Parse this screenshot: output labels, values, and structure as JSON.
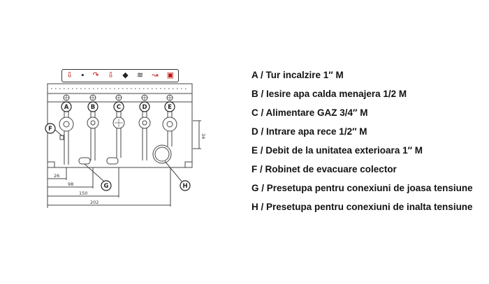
{
  "icon_strip": {
    "icons": [
      {
        "name": "down-arrow-icon",
        "glyph": "⇩"
      },
      {
        "name": "square-icon",
        "glyph": "▪"
      },
      {
        "name": "return-arrow-icon",
        "glyph": "↷"
      },
      {
        "name": "down-arrow-2-icon",
        "glyph": "⇩"
      },
      {
        "name": "diamond-icon",
        "glyph": "◆"
      },
      {
        "name": "waves-icon",
        "glyph": "≋"
      },
      {
        "name": "swirl-arrow-icon",
        "glyph": "↝"
      },
      {
        "name": "display-icon",
        "glyph": "▣"
      }
    ]
  },
  "diagram": {
    "callouts": [
      "A",
      "B",
      "C",
      "D",
      "E",
      "F",
      "G",
      "H"
    ],
    "dims": [
      "26",
      "98",
      "150",
      "202",
      "34"
    ],
    "accent_color": "#c41414",
    "line_color": "#444444"
  },
  "legend": {
    "items": [
      "A / Tur incalzire  1″  M",
      "B / Iesire apa calda menajera  1/2  M",
      "C / Alimentare GAZ  3/4″  M",
      "D / Intrare apa rece  1/2″  M",
      "E / Debit de la unitatea exterioara  1″  M",
      "F / Robinet de evacuare colector",
      "G / Presetupa pentru conexiuni de joasa tensiune",
      "H / Presetupa pentru conexiuni de inalta tensiune"
    ]
  }
}
